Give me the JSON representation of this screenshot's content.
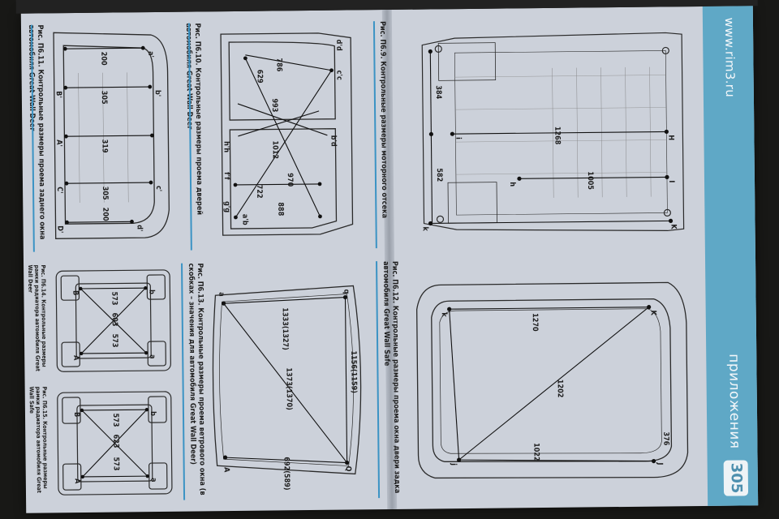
{
  "header": {
    "url": "www.rim3.ru",
    "section": "приложения",
    "page_number": "305"
  },
  "figures": {
    "fig_p9": {
      "caption": "Рис. П6.9. Контрольные размеры моторного отсека",
      "dims": {
        "d1005": "1005",
        "d1268": "1268",
        "d582": "582",
        "d384": "384"
      },
      "pts": {
        "K": "K",
        "H": "H",
        "I": "I",
        "h": "h",
        "i": "i",
        "k": "k"
      }
    },
    "fig_p10": {
      "caption": "Рис. П6.10. Контрольные размеры проема дверей автомобиля Great Wall Deer",
      "dims": {
        "d970": "970",
        "d722": "722",
        "d1012": "1012",
        "d888": "888",
        "d993": "993",
        "d786": "786",
        "d629": "629"
      },
      "pts": {
        "ab": "a'b",
        "bd": "b'd",
        "ab2": "a'b",
        "cc": "c'c",
        "dd": "d'd",
        "gg": "g'g",
        "ff": "f'f",
        "hh": "h'h"
      }
    },
    "fig_p11": {
      "caption": "Рис. П6.11. Контрольные размеры проема заднего окна автомобиля Great Wall Deer",
      "dims": {
        "d200a": "200",
        "d305a": "305",
        "d319": "319",
        "d305b": "305",
        "d200b": "200"
      },
      "pts": {
        "D": "D'",
        "C": "C'",
        "A": "A'",
        "B": "B'",
        "b": "b'",
        "a": "a'",
        "c": "c'",
        "d": "d'"
      }
    },
    "fig_p12": {
      "caption": "Рис. П6.12. Контрольные размеры проема окна двери задка автомобиля Great Wall Safe",
      "dims": {
        "d376": "376",
        "d1022": "1022",
        "d1202": "1202",
        "d1270": "1270"
      },
      "pts": {
        "K": "K",
        "J": "J",
        "k": "k",
        "j": "j"
      }
    },
    "fig_p13": {
      "caption": "Рис. П6.13. Контрольные размеры проема ветрового окна (в скобках – значения для автомобиля Great Wall Deer)",
      "dims": {
        "d692": "692(589)",
        "d1156": "1156(1159)",
        "d1373": "1373(1370)",
        "d1333": "1333(1327)"
      },
      "pts": {
        "A": "A",
        "Q": "Q",
        "a": "a",
        "q": "q"
      }
    },
    "fig_p14": {
      "caption": "Рис. П6.14. Контрольные размеры рамки радиатора автомобиля Great Wall Deer",
      "dims": {
        "d573a": "573",
        "d603": "603",
        "d573b": "573"
      },
      "pts": {
        "A": "A",
        "B": "B",
        "a": "a",
        "b": "b"
      }
    },
    "fig_p15": {
      "caption": "Рис. П6.15. Контрольные размеры рамки радиатора автомобиля Great Wall Safe",
      "dims": {
        "d573a": "573",
        "d623": "623",
        "d573b": "573"
      },
      "pts": {
        "A": "A",
        "B": "B",
        "a": "a",
        "b": "b"
      }
    }
  },
  "colors": {
    "page": "#ccd1da",
    "band": "#5fa8c6",
    "caption_rule": "#3b93c4",
    "ink": "#262626"
  }
}
